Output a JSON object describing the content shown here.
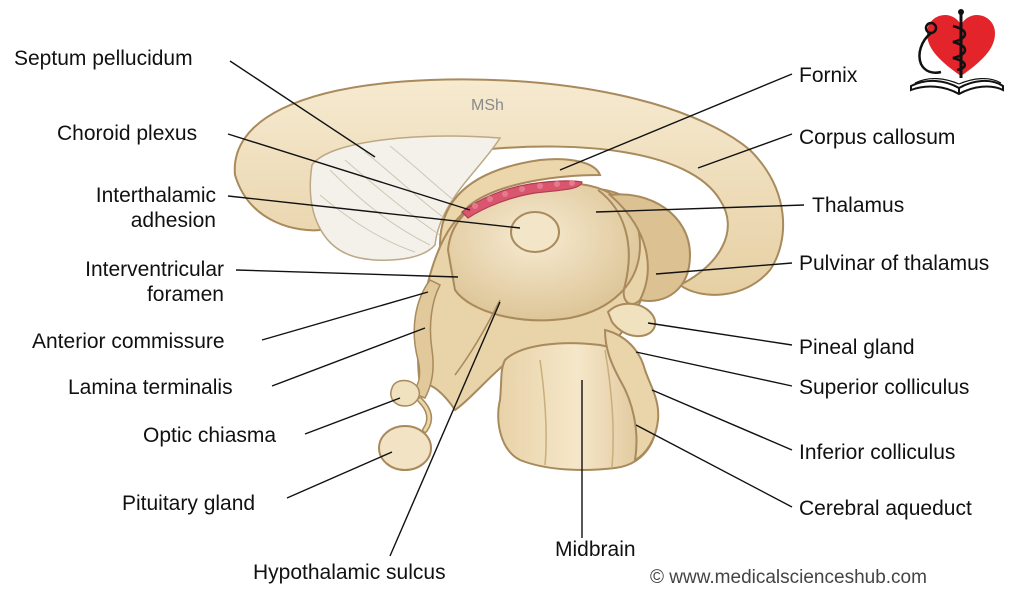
{
  "labels": {
    "septum_pellucidum": "Septum pellucidum",
    "choroid_plexus": "Choroid plexus",
    "interthalamic_adhesion_1": "Interthalamic",
    "interthalamic_adhesion_2": "adhesion",
    "interventricular_foramen_1": "Interventricular",
    "interventricular_foramen_2": "foramen",
    "anterior_commissure": "Anterior commissure",
    "lamina_terminalis": "Lamina terminalis",
    "optic_chiasma": "Optic chiasma",
    "pituitary_gland": "Pituitary gland",
    "hypothalamic_sulcus": "Hypothalamic sulcus",
    "midbrain": "Midbrain",
    "fornix": "Fornix",
    "corpus_callosum": "Corpus callosum",
    "thalamus": "Thalamus",
    "pulvinar_of_thalamus": "Pulvinar of thalamus",
    "pineal_gland": "Pineal gland",
    "superior_colliculus": "Superior colliculus",
    "inferior_colliculus": "Inferior colliculus",
    "cerebral_aqueduct": "Cerebral aqueduct"
  },
  "watermark": "MSh",
  "copyright": "© www.medicalscienceshub.com",
  "colors": {
    "tissue": "#efdcb6",
    "tissue_shade": "#d8bd8b",
    "outline": "#a88a5c",
    "choroid": "#d9566e",
    "logo_heart": "#e3242b",
    "line": "#111111"
  },
  "logo": {
    "icon": "heart-caduceus-book-logo"
  }
}
